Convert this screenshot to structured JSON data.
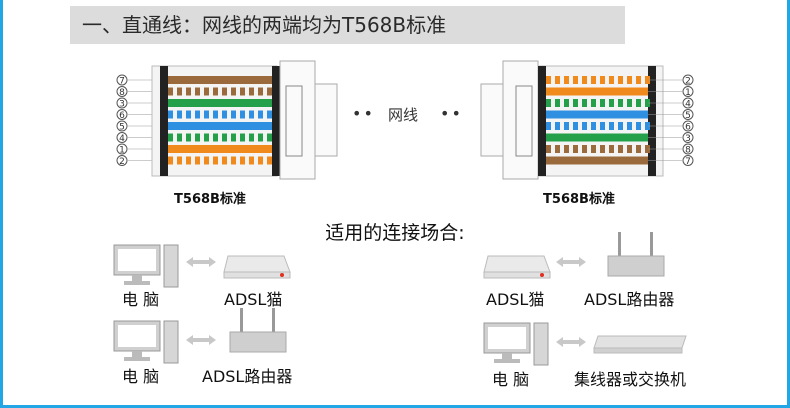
{
  "title": "一、直通线：网线的两端均为T568B标准",
  "cable": {
    "middle_label": "网线",
    "left_standard": "T568B标准",
    "right_standard": "T568B标准",
    "left_pins": [
      "⑦",
      "⑧",
      "③",
      "⑥",
      "⑤",
      "④",
      "①",
      "②"
    ],
    "right_pins": [
      "②",
      "①",
      "④",
      "⑤",
      "⑥",
      "③",
      "⑧",
      "⑦"
    ]
  },
  "wire_colors": {
    "brown": "#9b6a3c",
    "green": "#25a04a",
    "blue": "#2f8fe0",
    "orange": "#f08a1c",
    "white": "#ffffff"
  },
  "scenarios": {
    "title": "适用的连接场合:",
    "items": [
      {
        "left": "电 脑",
        "right": "ADSL猫"
      },
      {
        "left": "ADSL猫",
        "right": "ADSL路由器"
      },
      {
        "left": "电 脑",
        "right": "ADSL路由器"
      },
      {
        "left": "电 脑",
        "right": "集线器或交换机"
      }
    ]
  }
}
